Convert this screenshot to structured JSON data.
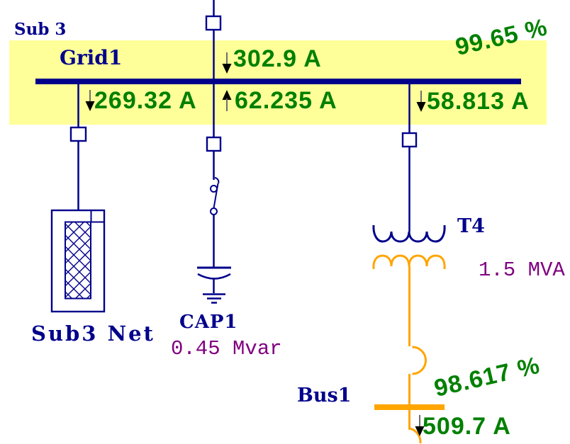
{
  "title": "Sub 3",
  "grid_bus": {
    "label": "Grid1",
    "loading": "99.65 %"
  },
  "bus1": {
    "label": "Bus1",
    "loading": "98.617 %"
  },
  "flows": {
    "feeder": {
      "value": "302.9 A",
      "direction": "down"
    },
    "network_load": {
      "value": "269.32 A",
      "direction": "down"
    },
    "capacitor": {
      "value": "62.235 A",
      "direction": "up"
    },
    "transformer_hv": {
      "value": "58.813 A",
      "direction": "down"
    },
    "bus1_feeder": {
      "value": "509.7 A",
      "direction": "down"
    }
  },
  "devices": {
    "network": {
      "label": "Sub3 Net"
    },
    "capacitor": {
      "label": "CAP1",
      "rating": "0.45 Mvar"
    },
    "transformer": {
      "label": "T4",
      "rating": "1.5 MVA"
    }
  },
  "colors": {
    "line_navy": "#00008B",
    "bus_highlight_yellow": "#FFFF99",
    "flow_value_green": "#008000",
    "secondary_orange": "#FFA500",
    "rating_purple": "#800080",
    "arrow_head_black": "#000000",
    "arrow_stem_gray": "#6E6E6E"
  }
}
